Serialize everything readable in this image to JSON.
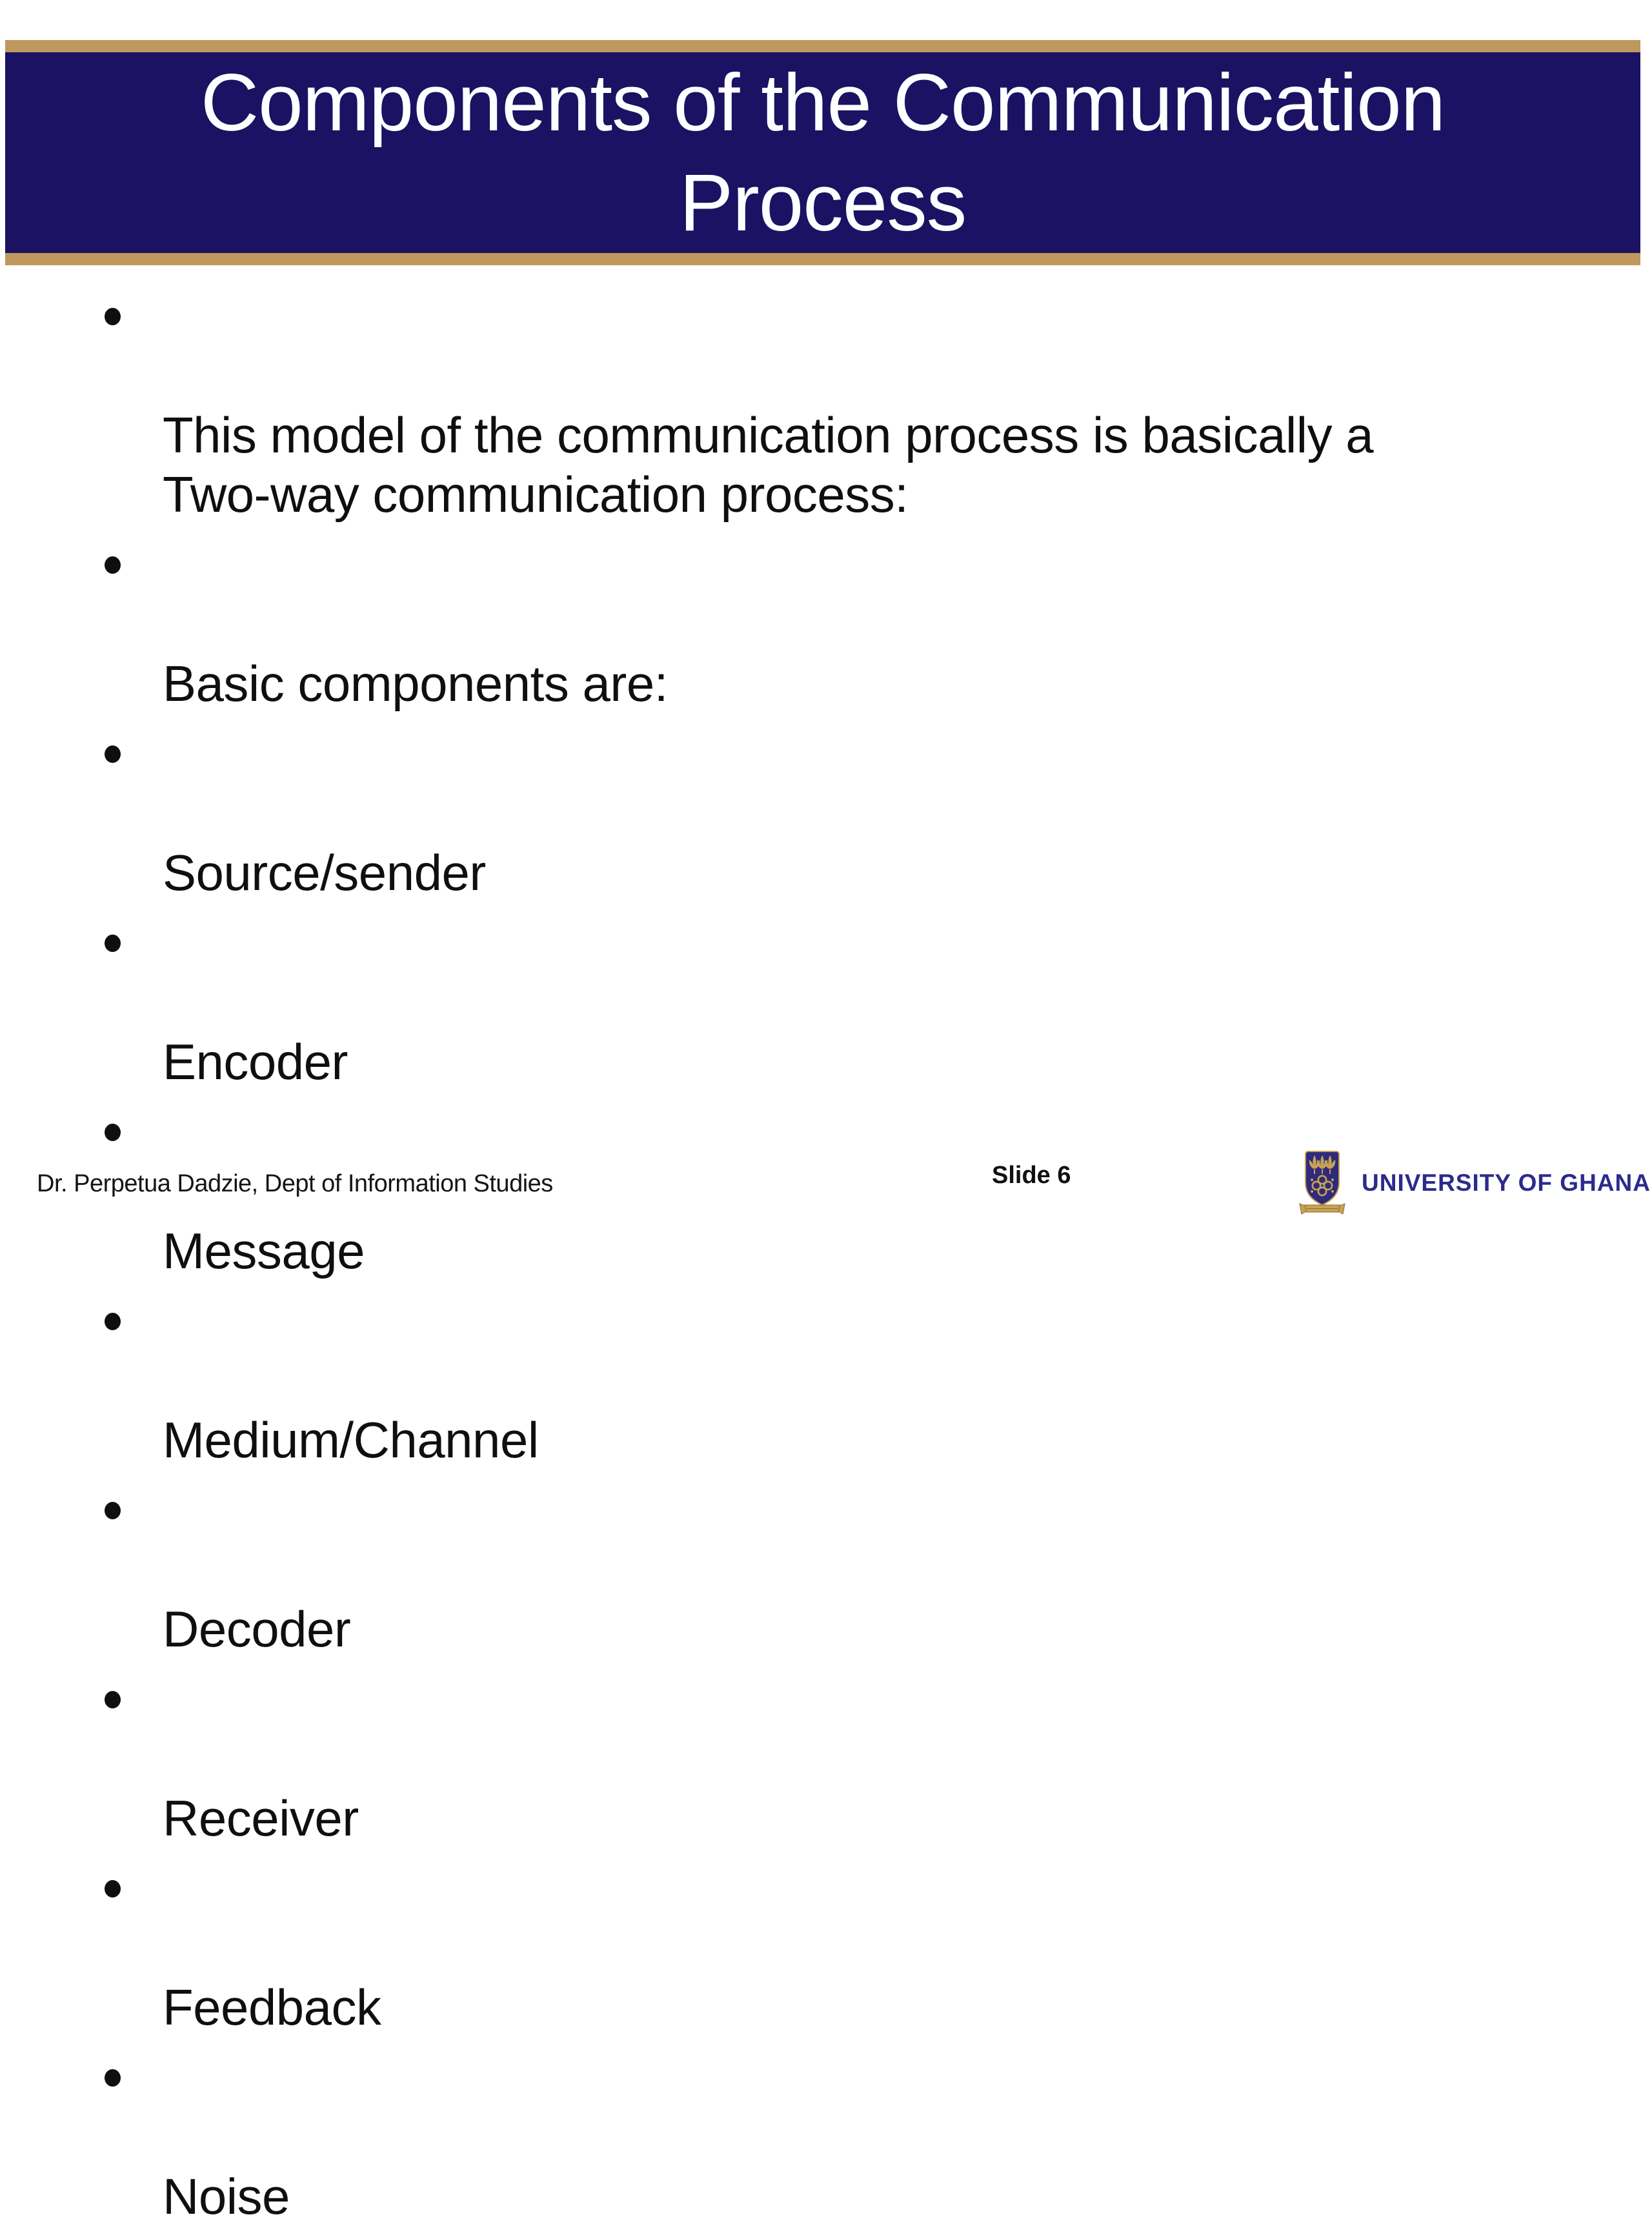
{
  "slide": {
    "title": "Components of the Communication\nProcess",
    "bullets": [
      "This model of the communication process is basically a\nTwo-way communication process:",
      "Basic components are:",
      "Source/sender",
      "Encoder",
      "Message",
      "Medium/Channel",
      "Decoder",
      "Receiver",
      "Feedback",
      "Noise"
    ],
    "footer": {
      "author": "Dr. Perpetua Dadzie, Dept of Information Studies",
      "slide_label": "Slide 6",
      "university": "UNIVERSITY OF GHANA"
    },
    "icons": {
      "crest": "university-of-ghana-crest"
    },
    "colors": {
      "banner_navy": "#1b1263",
      "banner_gold": "#be985e",
      "crest_navy": "#2e2a7c",
      "crest_gold": "#c9a253",
      "wordmark_blue": "#2b2b8c",
      "body_text": "#0f0f0f"
    }
  }
}
